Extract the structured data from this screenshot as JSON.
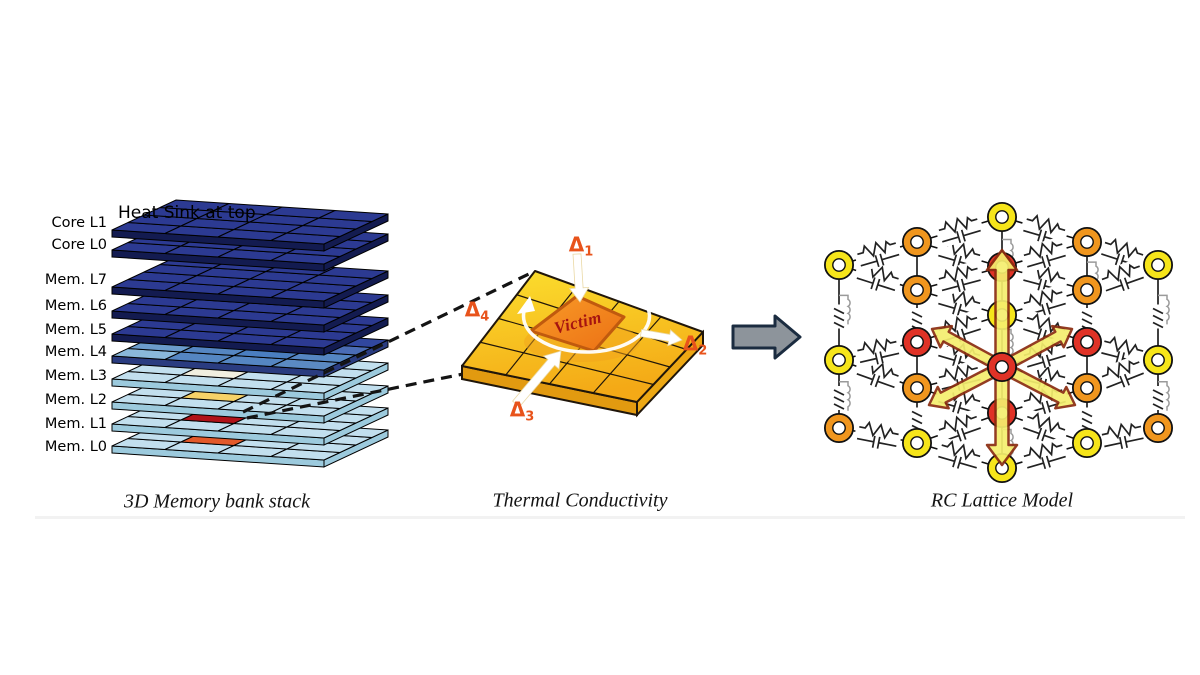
{
  "figure": {
    "captions": {
      "left": "3D Memory bank stack",
      "middle": "Thermal Conductivity",
      "right": "RC Lattice Model"
    }
  },
  "stack": {
    "heat_sink_label": "Heat Sink at top",
    "layers": [
      {
        "label": "Core L1",
        "kind": "dark"
      },
      {
        "label": "Core L0",
        "kind": "dark"
      },
      {
        "label": "Mem. L7",
        "kind": "dark"
      },
      {
        "label": "Mem. L6",
        "kind": "dark"
      },
      {
        "label": "Mem. L5",
        "kind": "dark"
      },
      {
        "label": "Mem. L4",
        "kind": "mid"
      },
      {
        "label": "Mem. L3",
        "kind": "light",
        "victim_cell_color": "#f1efe0"
      },
      {
        "label": "Mem. L2",
        "kind": "light",
        "victim_cell_color": "#f6d268"
      },
      {
        "label": "Mem. L1",
        "kind": "light",
        "victim_cell_color": "#b01218"
      },
      {
        "label": "Mem. L0",
        "kind": "light",
        "victim_cell_color": "#e2592a"
      }
    ],
    "layer_y": [
      230,
      250,
      287,
      311,
      334,
      356,
      379,
      402,
      424,
      446
    ],
    "palette": {
      "dark": "#2c3a92",
      "dark_front": "#131b50",
      "mid": "#5586c2",
      "mid_front": "#2a3c80",
      "light": "#c2dfee",
      "light_front": "#9ccadd"
    },
    "l4_cells": [
      [
        "#8ab8da",
        "#5586c2",
        "#5586c2",
        "#5b8ac2"
      ],
      [
        "#6b9ccc",
        "#5586c2",
        "#4a7ec0",
        "#5586c2"
      ],
      [
        "#7fb0d8",
        "#2e3f9a",
        "#2e3f9a",
        "#4a6cb5"
      ],
      [
        "#6f9fd0",
        "#2e3f9a",
        "#2e3f9a",
        "#31479f"
      ]
    ]
  },
  "connector_dashes": [
    [
      243,
      412,
      533,
      272
    ],
    [
      247,
      418,
      463,
      374
    ]
  ],
  "thermal": {
    "victim_label": "Victim",
    "deltas": [
      {
        "sym": "Δ",
        "sub": "1"
      },
      {
        "sym": "Δ",
        "sub": "2"
      },
      {
        "sym": "Δ",
        "sub": "3"
      },
      {
        "sym": "Δ",
        "sub": "4"
      }
    ],
    "delta_color": "#e8531b",
    "plate_colors": {
      "top_light": "#fbdf2e",
      "top_dark": "#f4a916",
      "side_left": "#e29a10",
      "side_right": "#eda814"
    },
    "victim_colors": {
      "fill_light": "#f89b28",
      "fill_dark": "#ec7014",
      "border": "#c05a0e",
      "text": "#a51310"
    },
    "white_arrows": [
      [
        577,
        254,
        580,
        302,
        8,
        19,
        14
      ],
      [
        641,
        333,
        682,
        340,
        7,
        16,
        13
      ],
      [
        516,
        404,
        561,
        351,
        9,
        20,
        15
      ]
    ]
  },
  "block_arrow": {
    "fill": "#8d949b",
    "border": "#1b2c40"
  },
  "lattice": {
    "ring_colors": {
      "y": "#f6e51a",
      "o": "#f0961e",
      "r": "#e03226"
    },
    "nodes": {
      "A1": [
        839,
        265,
        "y"
      ],
      "A2": [
        839,
        360,
        "y"
      ],
      "A3": [
        839,
        428,
        "o"
      ],
      "B1": [
        917,
        242,
        "o"
      ],
      "B2": [
        917,
        290,
        "o"
      ],
      "B3": [
        917,
        342,
        "r"
      ],
      "B4": [
        917,
        388,
        "o"
      ],
      "B5": [
        917,
        443,
        "y"
      ],
      "C1": [
        1002,
        217,
        "y"
      ],
      "C2": [
        1002,
        267,
        "r"
      ],
      "C3": [
        1002,
        315,
        "y"
      ],
      "C4": [
        1002,
        367,
        "r"
      ],
      "C5": [
        1002,
        413,
        "r"
      ],
      "C6": [
        1002,
        468,
        "y"
      ],
      "D1": [
        1087,
        242,
        "o"
      ],
      "D2": [
        1087,
        290,
        "o"
      ],
      "D3": [
        1087,
        342,
        "r"
      ],
      "D4": [
        1087,
        388,
        "o"
      ],
      "D5": [
        1087,
        443,
        "y"
      ],
      "E1": [
        1158,
        265,
        "y"
      ],
      "E2": [
        1158,
        360,
        "y"
      ],
      "E3": [
        1158,
        428,
        "o"
      ]
    },
    "center_node": "C4",
    "diag_edges": [
      [
        "C1",
        "D1"
      ],
      [
        "D1",
        "E1"
      ],
      [
        "B1",
        "C2"
      ],
      [
        "C2",
        "D2"
      ],
      [
        "A1",
        "B2"
      ],
      [
        "B2",
        "C3"
      ],
      [
        "C1",
        "B1"
      ],
      [
        "B1",
        "A1"
      ],
      [
        "D1",
        "C2"
      ],
      [
        "C2",
        "B2"
      ],
      [
        "E1",
        "D2"
      ],
      [
        "D2",
        "C3"
      ],
      [
        "C3",
        "D3"
      ],
      [
        "D3",
        "E2"
      ],
      [
        "B3",
        "C4"
      ],
      [
        "C4",
        "D4"
      ],
      [
        "A2",
        "B4"
      ],
      [
        "B4",
        "C5"
      ],
      [
        "C3",
        "B3"
      ],
      [
        "B3",
        "A2"
      ],
      [
        "D3",
        "C4"
      ],
      [
        "C4",
        "B4"
      ],
      [
        "E2",
        "D4"
      ],
      [
        "D4",
        "C5"
      ],
      [
        "C5",
        "D5"
      ],
      [
        "D5",
        "C6"
      ],
      [
        "C5",
        "B5"
      ],
      [
        "B5",
        "C6"
      ],
      [
        "A3",
        "B5"
      ],
      [
        "E3",
        "D5"
      ]
    ],
    "vert_edges": [
      [
        "A1",
        "A2",
        1
      ],
      [
        "A2",
        "A3",
        1
      ],
      [
        "B1",
        "B2",
        0
      ],
      [
        "B2",
        "B3",
        1
      ],
      [
        "B3",
        "B4",
        0
      ],
      [
        "B4",
        "B5",
        1
      ],
      [
        "C1",
        "C2",
        0
      ],
      [
        "C2",
        "C3",
        0
      ],
      [
        "C3",
        "C4",
        0
      ],
      [
        "C4",
        "C5",
        0
      ],
      [
        "C5",
        "C6",
        0
      ],
      [
        "D1",
        "D2",
        0
      ],
      [
        "D2",
        "D3",
        1
      ],
      [
        "D3",
        "D4",
        0
      ],
      [
        "D4",
        "D5",
        1
      ],
      [
        "E1",
        "E2",
        1
      ],
      [
        "E2",
        "E3",
        1
      ]
    ],
    "cap_stubs": [
      [
        "A1",
        "A2",
        0.32
      ],
      [
        "A2",
        "A3",
        0.32
      ],
      [
        "E1",
        "E2",
        0.32
      ],
      [
        "E2",
        "E3",
        0.32
      ],
      [
        "C1",
        "C2",
        0.45
      ],
      [
        "C3",
        "C4",
        0.28
      ],
      [
        "C5",
        "C6",
        0.3
      ],
      [
        "D1",
        "D2",
        0.42
      ]
    ],
    "heat_arrows": {
      "fill": "#f5ee6e",
      "border": "#8a2c10",
      "list": [
        [
          1002,
          374,
          1002,
          250,
          13,
          30,
          20
        ],
        [
          1002,
          360,
          1002,
          465,
          13,
          30,
          20
        ],
        [
          1002,
          367,
          932,
          329,
          11,
          24,
          16
        ],
        [
          1002,
          367,
          1072,
          329,
          11,
          24,
          16
        ],
        [
          1002,
          367,
          929,
          405,
          11,
          24,
          16
        ],
        [
          1002,
          367,
          1075,
          405,
          11,
          24,
          16
        ]
      ]
    }
  }
}
